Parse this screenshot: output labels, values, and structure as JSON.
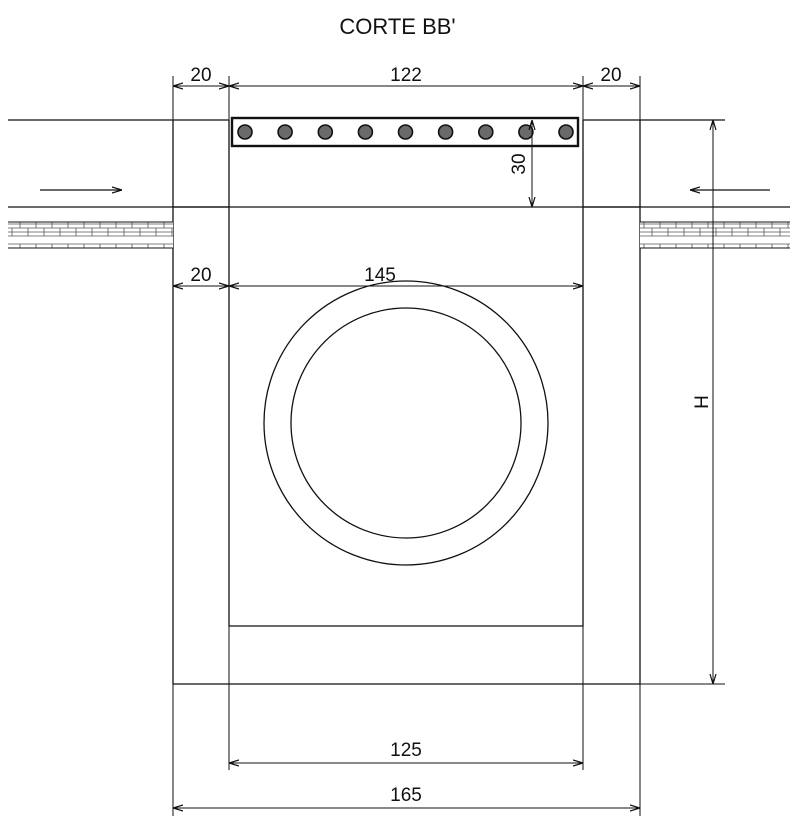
{
  "title": "CORTE BB'",
  "dimensions": {
    "left_wall_top": "20",
    "grate_width": "122",
    "right_wall_top": "20",
    "grate_depth": "30",
    "left_wall_mid": "20",
    "inner_width": "145",
    "height": "H",
    "bottom_inner": "125",
    "total_width": "165"
  },
  "grate": {
    "bar_count": 9
  },
  "flow_arrows": [
    "left-to-right",
    "right-to-left"
  ]
}
